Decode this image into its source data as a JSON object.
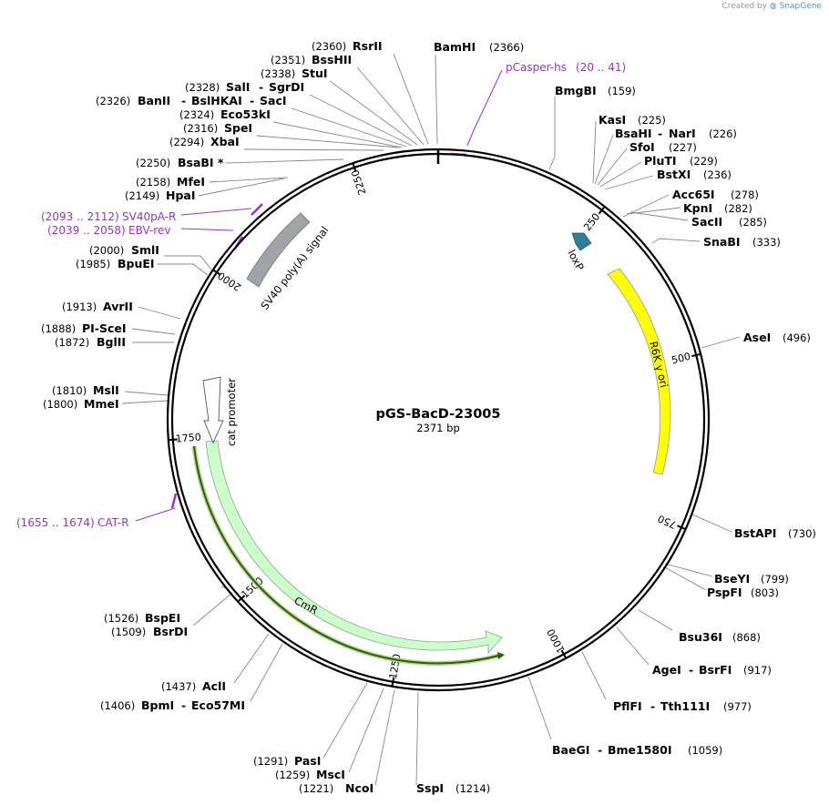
{
  "credit": {
    "prefix": "Created by",
    "brand": "SnapGene"
  },
  "plasmid": {
    "name": "pGS-BacD-23005",
    "size_label": "2371 bp"
  },
  "ticks": [
    "250",
    "500",
    "750",
    "1000",
    "1250",
    "1500",
    "1750",
    "2000",
    "2250"
  ],
  "features": {
    "loxP": "loxP",
    "r6k": "R6K γ ori",
    "cmr": "CmR",
    "cat_promoter": "cat promoter",
    "sv40": "SV40 poly(A) signal"
  },
  "primers": {
    "pcasper": {
      "name": "pCasper-hs",
      "range": "(20 .. 41)"
    },
    "sv40pa": {
      "name": "SV40pA-R",
      "range": "(2093 .. 2112)"
    },
    "ebv": {
      "name": "EBV-rev",
      "range": "(2039 .. 2058)"
    },
    "cat": {
      "name": "CAT-R",
      "range": "(1655 .. 1674)"
    }
  },
  "sites": [
    {
      "id": "bamhi",
      "name": "BamHI",
      "pos": "(2366)"
    },
    {
      "id": "bmgbi",
      "name": "BmgBI",
      "pos": "(159)"
    },
    {
      "id": "kasi",
      "name": "KasI",
      "pos": "(225)"
    },
    {
      "id": "bsahi",
      "name": "BsaHI",
      "name2": "NarI",
      "pos": "(226)"
    },
    {
      "id": "sfoi",
      "name": "SfoI",
      "pos": "(227)"
    },
    {
      "id": "pluti",
      "name": "PluTI",
      "pos": "(229)"
    },
    {
      "id": "bstxi",
      "name": "BstXI",
      "pos": "(236)"
    },
    {
      "id": "acc65i",
      "name": "Acc65I",
      "pos": "(278)"
    },
    {
      "id": "kpni",
      "name": "KpnI",
      "pos": "(282)"
    },
    {
      "id": "sacii",
      "name": "SacII",
      "pos": "(285)"
    },
    {
      "id": "snabi",
      "name": "SnaBI",
      "pos": "(333)"
    },
    {
      "id": "asei",
      "name": "AseI",
      "pos": "(496)"
    },
    {
      "id": "bstapi",
      "name": "BstAPI",
      "pos": "(730)"
    },
    {
      "id": "bseyi",
      "name": "BseYI",
      "pos": "(799)"
    },
    {
      "id": "pspfi",
      "name": "PspFI",
      "pos": "(803)"
    },
    {
      "id": "bsu36i",
      "name": "Bsu36I",
      "pos": "(868)"
    },
    {
      "id": "agei",
      "name": "AgeI",
      "name2": "BsrFI",
      "pos": "(917)"
    },
    {
      "id": "pflfi",
      "name": "PflFI",
      "name2": "Tth111I",
      "pos": "(977)"
    },
    {
      "id": "baegi",
      "name": "BaeGI",
      "name2": "Bme1580I",
      "pos": "(1059)"
    },
    {
      "id": "sspi",
      "name": "SspI",
      "pos": "(1214)"
    },
    {
      "id": "ncoi",
      "name": "NcoI",
      "pos": "(1221)"
    },
    {
      "id": "msci",
      "name": "MscI",
      "pos": "(1259)"
    },
    {
      "id": "pasi",
      "name": "PasI",
      "pos": "(1291)"
    },
    {
      "id": "bpmi",
      "name": "BpmI",
      "name2": "Eco57MI",
      "pos": "(1406)"
    },
    {
      "id": "acli",
      "name": "AclI",
      "pos": "(1437)"
    },
    {
      "id": "bsrdi",
      "name": "BsrDI",
      "pos": "(1509)"
    },
    {
      "id": "bspei",
      "name": "BspEI",
      "pos": "(1526)"
    },
    {
      "id": "mmei",
      "name": "MmeI",
      "pos": "(1800)"
    },
    {
      "id": "msli",
      "name": "MslI",
      "pos": "(1810)"
    },
    {
      "id": "bglii",
      "name": "BglII",
      "pos": "(1872)"
    },
    {
      "id": "piscei",
      "name": "PI-SceI",
      "pos": "(1888)"
    },
    {
      "id": "avrii",
      "name": "AvrII",
      "pos": "(1913)"
    },
    {
      "id": "bpuei",
      "name": "BpuEI",
      "pos": "(1985)"
    },
    {
      "id": "smli",
      "name": "SmlI",
      "pos": "(2000)"
    },
    {
      "id": "hpai",
      "name": "HpaI",
      "pos": "(2149)"
    },
    {
      "id": "mfei",
      "name": "MfeI",
      "pos": "(2158)"
    },
    {
      "id": "bsabi",
      "name": "BsaBI *",
      "pos": "(2250)"
    },
    {
      "id": "xbai",
      "name": "XbaI",
      "pos": "(2294)"
    },
    {
      "id": "spei",
      "name": "SpeI",
      "pos": "(2316)"
    },
    {
      "id": "eco53ki",
      "name": "Eco53kI",
      "pos": "(2324)"
    },
    {
      "id": "banii",
      "name": "BanII",
      "name2": "BslHKAI",
      "name3": "SacI",
      "pos": "(2326)"
    },
    {
      "id": "sali",
      "name": "SalI",
      "name2": "SgrDI",
      "pos": "(2328)"
    },
    {
      "id": "stui",
      "name": "StuI",
      "pos": "(2338)"
    },
    {
      "id": "bsshii",
      "name": "BssHII",
      "pos": "(2351)"
    },
    {
      "id": "rsrii",
      "name": "RsrII",
      "pos": "(2360)"
    }
  ],
  "colors": {
    "backbone": "#000000",
    "r6k": "#ffff00",
    "cmr": "#ccffcc",
    "sv40": "#a0a4a8",
    "loxp": "#2e7f99",
    "primer": "#9932cc",
    "primer_bind": "#2c5f0b"
  }
}
